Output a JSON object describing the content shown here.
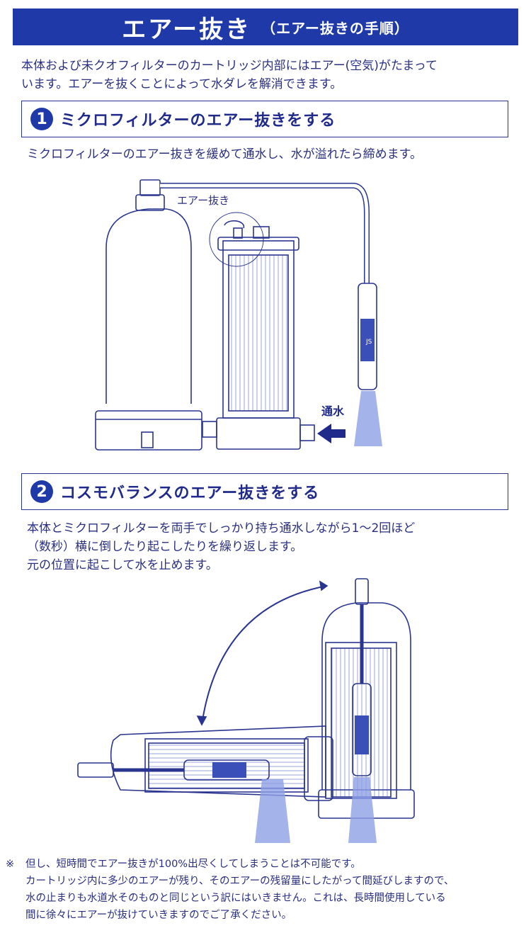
{
  "header": {
    "title": "エアー抜き",
    "subtitle": "（エアー抜きの手順）"
  },
  "intro": {
    "lines": [
      "本体および未クオフィルターのカートリッジ内部にはエアー(空気)がたまって",
      "います。エアーを抜くことによって水ダレを解消できます。"
    ]
  },
  "step1": {
    "number": "1",
    "title": "ミクロフィルターのエアー抜きをする",
    "description": "ミクロフィルターのエアー抜きを緩めて通水し、水が溢れたら締めます。",
    "label_air": "エアー抜き",
    "label_water": "通水",
    "nozzle_mark": "JS"
  },
  "step2": {
    "number": "2",
    "title": "コスモバランスのエアー抜きをする",
    "description": [
      "本体とミクロフィルターを両手でしっかり持ち通水しながら1〜2回ほど",
      "（数秒）横に倒したり起こしたりを繰り返します。",
      "元の位置に起こして水を止めます。"
    ]
  },
  "note": {
    "mark": "※",
    "lines": [
      "但し、短時間でエアー抜きが100%出尽くしてしまうことは不可能です。",
      "カートリッジ内に多少のエアーが残り、そのエアーの残留量にしたがって間延びしますので、",
      "水の止まりも水道水そのものと同じという訳にはいきません。これは、長時間使用している",
      "間に徐々にエアーが抜けていきますのでご了承ください。"
    ]
  },
  "colors": {
    "header_bg": "#1f3aa8",
    "line": "#2a3590",
    "text": "#2a2f80",
    "water": "#8fa0e6",
    "filter_band": "#3a4fb8"
  }
}
